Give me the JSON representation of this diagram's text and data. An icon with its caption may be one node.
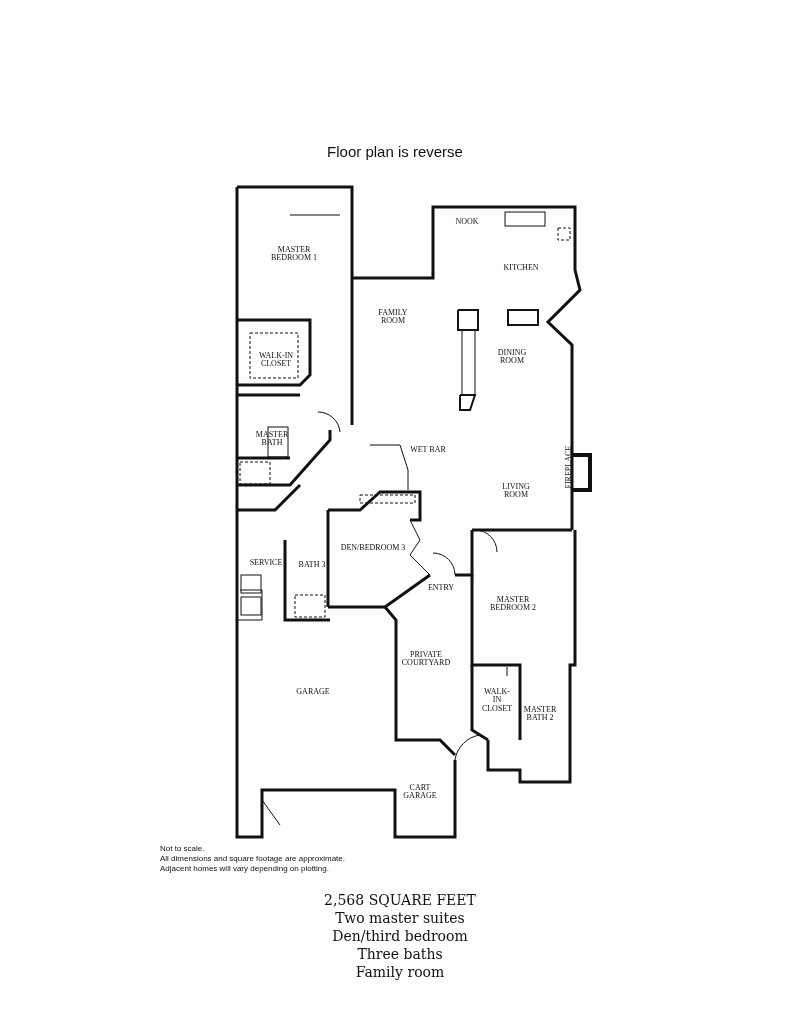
{
  "diagram": {
    "labels": [
      "Floor plan is reverse",
      "NOOK",
      "MASTER BEDROOM 1",
      "KITCHEN",
      "FAMILY ROOM",
      "WALK-IN CLOSET",
      "DINING ROOM",
      "MASTER BATH",
      "WET BAR",
      "FIREPLACE",
      "LIVING ROOM",
      "DEN/BEDROOM 3",
      "SERVICE",
      "BATH 3",
      "ENTRY",
      "MASTER BEDROOM 2",
      "PRIVATE COURTYARD",
      "GARAGE",
      "WALK-IN CLOSET",
      "MASTER BATH 2",
      "CART GARAGE",
      "Not to scale.",
      "All dimensions and square footage are approximate.",
      "Adjacent homes will vary depending on plotting.",
      "2,568 SQUARE FEET",
      "Two master suites",
      "Den/third bedroom",
      "Three baths",
      "Family room"
    ]
  }
}
